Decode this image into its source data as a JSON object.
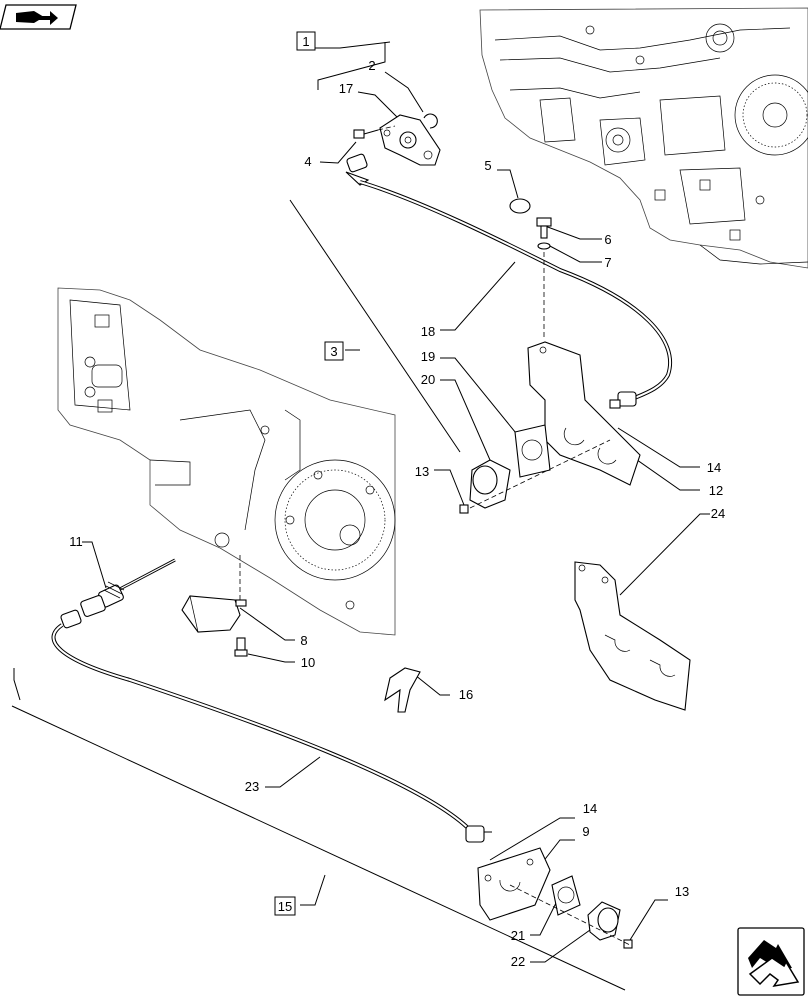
{
  "diagram": {
    "callouts": [
      "1",
      "2",
      "3",
      "4",
      "5",
      "6",
      "7",
      "8",
      "9",
      "10",
      "11",
      "12",
      "13",
      "14",
      "15",
      "16",
      "17",
      "18",
      "19",
      "20",
      "21",
      "22",
      "23",
      "24"
    ],
    "boxed_callouts": [
      "1",
      "3",
      "15"
    ]
  },
  "icons": {
    "top_left": "book-arrow-icon",
    "bottom_right": "next-page-arrow-icon"
  }
}
